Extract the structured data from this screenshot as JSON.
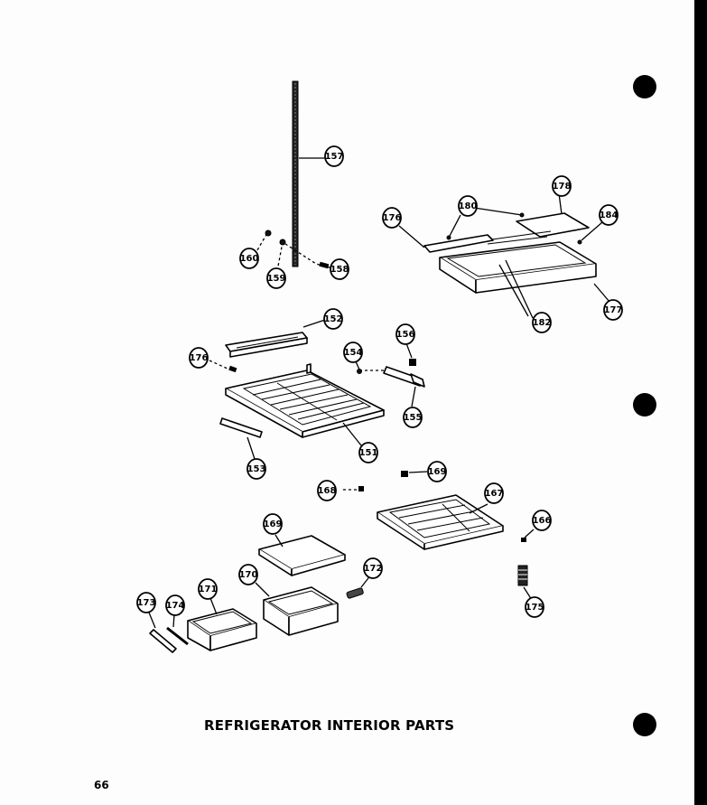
{
  "title": "REFRIGERATOR INTERIOR PARTS",
  "page_number": "66",
  "callouts": [
    {
      "label": "157"
    },
    {
      "label": "160"
    },
    {
      "label": "159"
    },
    {
      "label": "158"
    },
    {
      "label": "176"
    },
    {
      "label": "180"
    },
    {
      "label": "178"
    },
    {
      "label": "184"
    },
    {
      "label": "177"
    },
    {
      "label": "182"
    },
    {
      "label": "152"
    },
    {
      "label": "176"
    },
    {
      "label": "154"
    },
    {
      "label": "156"
    },
    {
      "label": "155"
    },
    {
      "label": "151"
    },
    {
      "label": "153"
    },
    {
      "label": "169"
    },
    {
      "label": "168"
    },
    {
      "label": "167"
    },
    {
      "label": "166"
    },
    {
      "label": "169"
    },
    {
      "label": "172"
    },
    {
      "label": "170"
    },
    {
      "label": "171"
    },
    {
      "label": "174"
    },
    {
      "label": "173"
    },
    {
      "label": "175"
    }
  ]
}
